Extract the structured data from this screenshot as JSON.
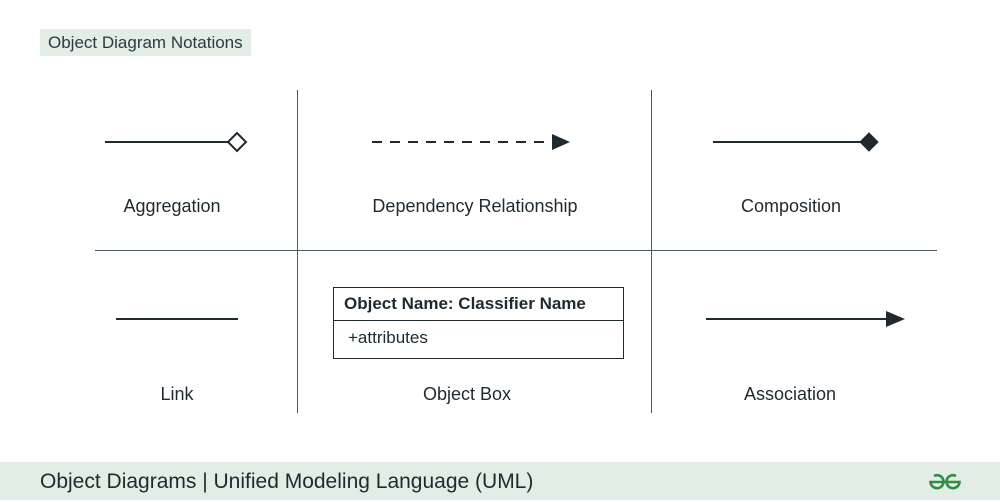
{
  "title": "Object Diagram Notations",
  "cells": {
    "aggregation": {
      "label": "Aggregation",
      "symbol": "line-hollow-diamond"
    },
    "dependency": {
      "label": "Dependency Relationship",
      "symbol": "dashed-line-arrow"
    },
    "composition": {
      "label": "Composition",
      "symbol": "line-filled-diamond"
    },
    "link": {
      "label": "Link",
      "symbol": "plain-line"
    },
    "object_box": {
      "label": "Object Box",
      "header": "Object Name: Classifier Name",
      "attributes": "+attributes"
    },
    "association": {
      "label": "Association",
      "symbol": "line-filled-arrow"
    }
  },
  "footer": {
    "text": "Object Diagrams | Unified Modeling Language (UML)",
    "logo_icon": "gfg-logo-icon"
  },
  "colors": {
    "ink": "#1f2a30",
    "accent_bg": "#e2ede6",
    "logo_green": "#2f8d46"
  }
}
